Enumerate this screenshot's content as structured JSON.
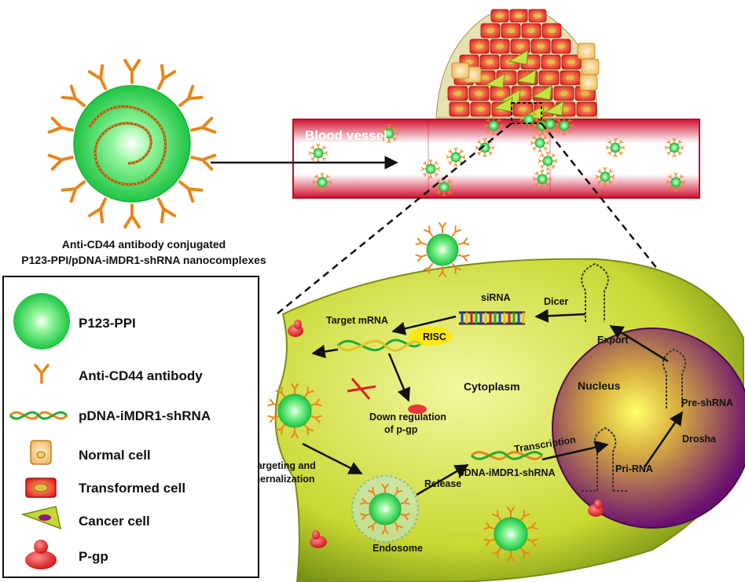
{
  "nanocomplex": {
    "caption_line1": "Anti-CD44 antibody conjugated",
    "caption_line2": "P123-PPI/pDNA-iMDR1-shRNA nanocomplexes"
  },
  "vessel": {
    "label": "Blood vessel"
  },
  "cell": {
    "cytoplasm": "Cytoplasm",
    "nucleus": "Nucleus",
    "target_mrna": "Target mRNA",
    "risc": "RISC",
    "sirna": "siRNA",
    "dicer": "Dicer",
    "export": "Export",
    "pre_shrna": "Pre-shRNA",
    "drosha": "Drosha",
    "pri_rna": "Pri-RNA",
    "transcription": "Transcription",
    "pdna": "pDNA-iMDR1-shRNA",
    "release": "Release",
    "endosome": "Endosome",
    "down_reg_line1": "Down regulation",
    "down_reg_line2": "of p-gp",
    "targeting_line1": "Targeting and",
    "targeting_line2": "Inernalization"
  },
  "legend": {
    "items": [
      {
        "label": "P123-PPI",
        "icon": "p123-ppi-sphere-icon"
      },
      {
        "label": "Anti-CD44 antibody",
        "icon": "antibody-icon"
      },
      {
        "label": "pDNA-iMDR1-shRNA",
        "icon": "dna-helix-icon"
      },
      {
        "label": "Normal cell",
        "icon": "normal-cell-icon"
      },
      {
        "label": "Transformed cell",
        "icon": "transformed-cell-icon"
      },
      {
        "label": "Cancer cell",
        "icon": "cancer-cell-icon"
      },
      {
        "label": "P-gp",
        "icon": "p-gp-icon"
      }
    ]
  },
  "colors": {
    "sphere": "#33dd55",
    "antibody": "#e8861a",
    "vessel": "#e0203a",
    "cell_fill": "#c8d832",
    "nucleus": "#7a1a78",
    "pgp": "#e83838"
  }
}
